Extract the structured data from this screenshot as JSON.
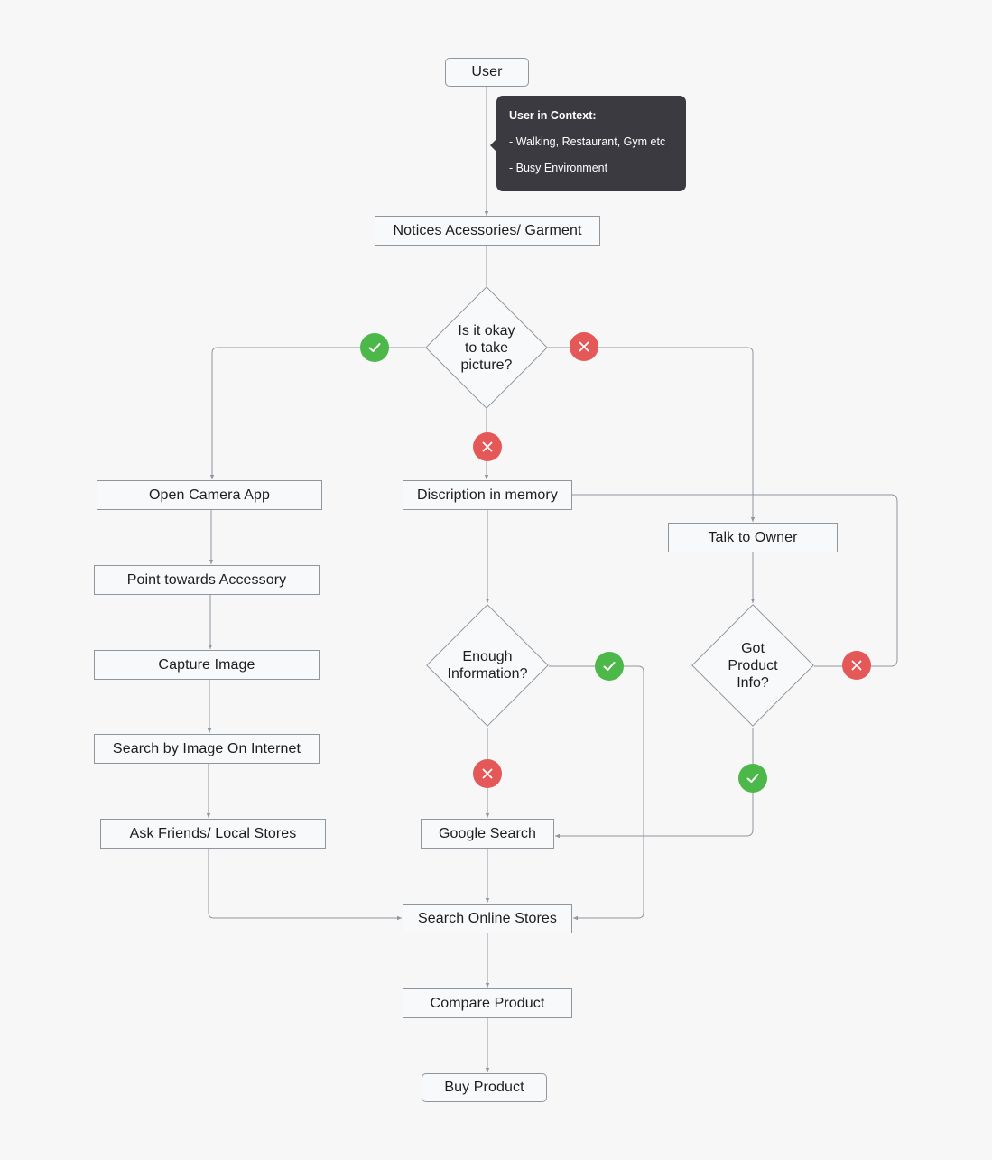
{
  "colors": {
    "background": "#f7f7f8",
    "node_fill": "#f8f9fb",
    "node_border": "#8f969e",
    "edge": "#8f969e",
    "yes_badge": "#4cb84a",
    "no_badge": "#e45858",
    "tooltip_bg": "#3a3a40"
  },
  "nodes": {
    "user": "User",
    "notices": "Notices Acessories/ Garment",
    "open_camera": "Open Camera App",
    "point_towards": "Point towards Accessory",
    "capture_image": "Capture Image",
    "search_by_image": "Search by Image On Internet",
    "ask_friends": "Ask Friends/ Local Stores",
    "discription_memory": "Discription in memory",
    "talk_owner": "Talk to Owner",
    "google_search": "Google Search",
    "search_online": "Search Online Stores",
    "compare_product": "Compare Product",
    "buy_product": "Buy Product"
  },
  "decisions": {
    "okay_picture": "Is it okay\nto take\npicture?",
    "enough_info": "Enough\nInformation?",
    "got_product": "Got\nProduct\nInfo?"
  },
  "tooltip": {
    "title": "User in Context:",
    "lines": [
      "- Walking, Restaurant, Gym etc",
      "- Busy Environment"
    ]
  },
  "badges": {
    "yes_icon": "check-icon",
    "no_icon": "cross-icon"
  }
}
